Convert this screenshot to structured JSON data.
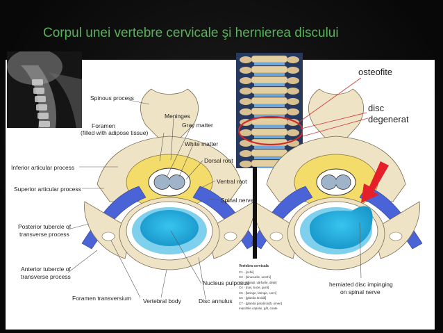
{
  "slide": {
    "title": "Corpul unei vertebre cervicale  şi hernierea discului"
  },
  "annotations": {
    "osteofite": "osteofite",
    "disc_line1": "disc",
    "disc_line2": "degenerat"
  },
  "left_diagram_labels": {
    "spinous_process": "Spinous process",
    "meninges": "Meninges",
    "foramen_line1": "Foramen",
    "foramen_line2": "(filled with adipose tissue)",
    "gray_matter": "Gray matter",
    "white_matter": "White matter",
    "dorsal_root": "Dorsal root",
    "inferior_articular": "Inferior articular process",
    "superior_articular": "Superior articular process",
    "ventral_root": "Ventral root",
    "spinal_nerve": "Spinal nerve",
    "posterior_tubercle_line1": "Posterior tubercle of",
    "posterior_tubercle_line2": "transverse process",
    "anterior_tubercle_line1": "Anterior tubercle of",
    "anterior_tubercle_line2": "transverse process",
    "nucleus_pulposus": "Nucleus pulposus",
    "foramen_transversium": "Foramen transversium",
    "vertebral_body": "Vertebral body",
    "disc_annulus": "Disc annulus"
  },
  "right_diagram_labels": {
    "herniated_line1": "herniated disc impinging",
    "herniated_line2": "on spinal nerve"
  },
  "legend": {
    "title": "Vertebra cervicala",
    "rows": [
      "C1 - [ochii]",
      "C2 - [sinusurile, urechi]",
      "C3 - [obrajii, vârfurile, dinții]",
      "C4 - [nas, buze, gură]",
      "C5 - [laringe, faringe, corzi]",
      "C6 - [glanda tiroidă]",
      "C7 - [glanda paratiroidă, umeri]",
      "mișcările capului, gât, coate"
    ]
  },
  "colors": {
    "title": "#57b35a",
    "bone": "#efe3c6",
    "nerve": "#4a63d6",
    "disc": "#7fd0ec",
    "meninges": "#f4dc6a",
    "arrow": "#e5202a",
    "annotation_line": "#d43a3a"
  }
}
